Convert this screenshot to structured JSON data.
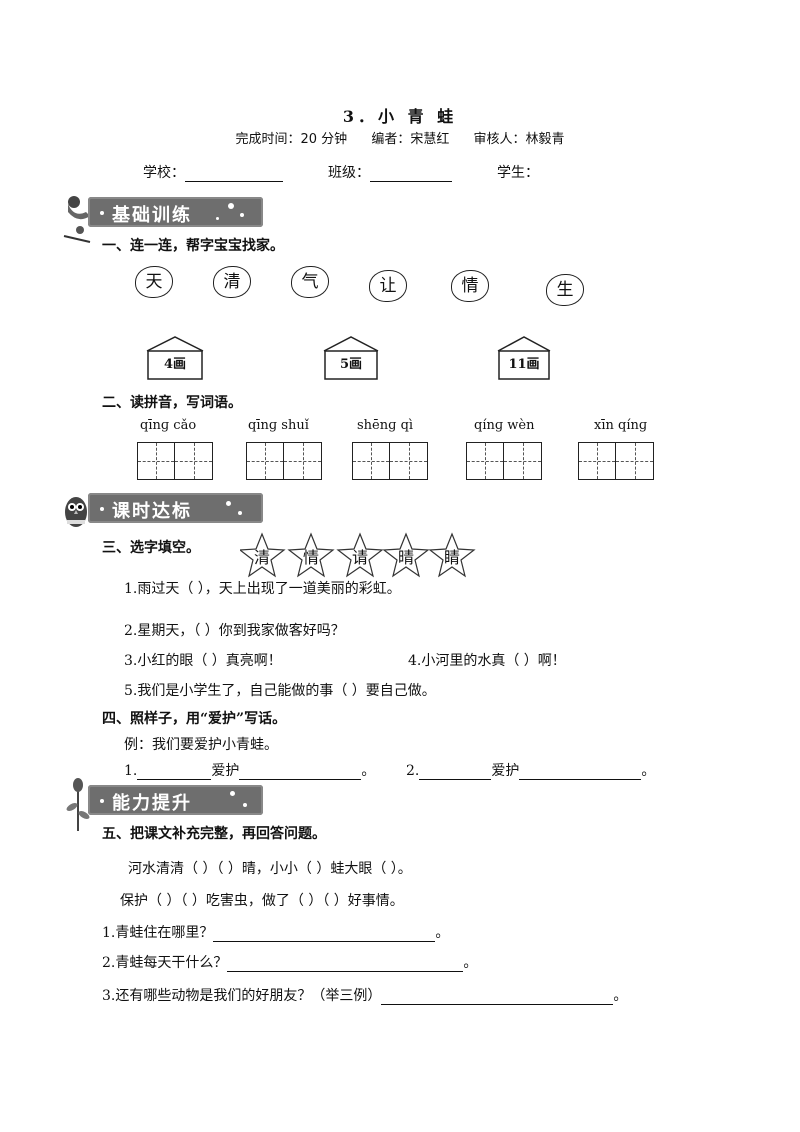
{
  "header": {
    "title": "3．小 青 蛙",
    "time": "完成时间：20 分钟",
    "editor": "编者：宋慧红",
    "reviewer": "审核人：林毅青"
  },
  "form": {
    "school": "学校：",
    "class": "班级：",
    "student": "学生："
  },
  "sections": {
    "s1": "基础训练",
    "s2": "课时达标",
    "s3": "能力提升"
  },
  "q1": {
    "title": "一、连一连，帮字宝宝找家。",
    "chars": [
      "天",
      "清",
      "气",
      "让",
      "情",
      "生"
    ],
    "houses": [
      "4画",
      "5画",
      "11画"
    ]
  },
  "q2": {
    "title": "二、读拼音，写词语。",
    "pinyin": [
      "qīnɡ  cǎo",
      "qīnɡ  shuǐ",
      "shēnɡ  qì",
      "qínɡ  wèn",
      "xīn  qínɡ"
    ]
  },
  "q3": {
    "title": "三、选字填空。",
    "stars": [
      "清",
      "情",
      "请",
      "晴",
      "睛"
    ],
    "items": [
      "1.雨过天（      ），天上出现了一道美丽的彩虹。",
      "2.星期天，（      ）你到我家做客好吗？",
      "3.小红的眼（      ）真亮啊！",
      "4.小河里的水真（      ）啊！",
      "5.我们是小学生了，自己能做的事（      ）要自己做。"
    ]
  },
  "q4": {
    "title": "四、照样子，用“爱护”写话。",
    "example": "例：我们要爱护小青蛙。",
    "item1_num": "1.",
    "item1_word": "爱护",
    "item2_num": "2.",
    "item2_word": "爱护",
    "end": "。"
  },
  "q5": {
    "title": "五、把课文补充完整，再回答问题。",
    "passage1": "河水清清（          ）（          ）晴，小小（          ）蛙大眼（          ）。",
    "passage2": "保护（          ）（          ）吃害虫，做了（          ）（          ）好事情。",
    "qa1": "1.青蛙住在哪里？",
    "qa2": "2.青蛙每天干什么？",
    "qa3": "3.还有哪些动物是我们的好朋友？（举三例）",
    "end": "。"
  }
}
